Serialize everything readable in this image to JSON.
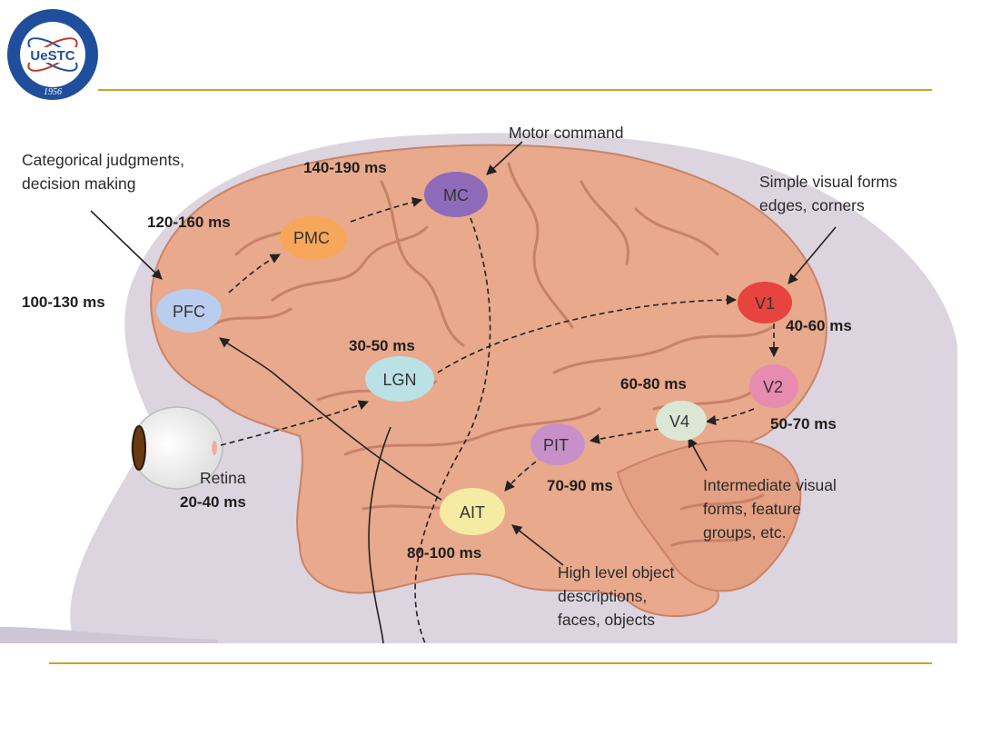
{
  "logo": {
    "text": "UeSTC",
    "year": "1956",
    "colors": {
      "primary": "#1f4f9c",
      "ring": "#ffffff",
      "accent": "#c0392b"
    }
  },
  "colors": {
    "rule": "#c9a227",
    "background_panel": "#dcd4df",
    "brain": "#e8a98c"
  },
  "nodes": [
    {
      "id": "pfc",
      "label": "PFC",
      "color": "#b9cdee"
    },
    {
      "id": "pmc",
      "label": "PMC",
      "color": "#f6a75a"
    },
    {
      "id": "mc",
      "label": "MC",
      "color": "#8e6bb9"
    },
    {
      "id": "lgn",
      "label": "LGN",
      "color": "#b9e1e6"
    },
    {
      "id": "v1",
      "label": "V1",
      "color": "#e8443f"
    },
    {
      "id": "v2",
      "label": "V2",
      "color": "#e78bb1"
    },
    {
      "id": "v4",
      "label": "V4",
      "color": "#dbe7d4"
    },
    {
      "id": "pit",
      "label": "PIT",
      "color": "#c890c9"
    },
    {
      "id": "ait",
      "label": "AIT",
      "color": "#f6eba3"
    }
  ],
  "timings": {
    "pfc": "100-130 ms",
    "pmc": "120-160 ms",
    "mc": "140-190 ms",
    "lgn": "30-50 ms",
    "v1": "40-60 ms",
    "v2": "50-70 ms",
    "v4": "60-80 ms",
    "pit": "70-90 ms",
    "ait": "80-100 ms",
    "retina": "20-40 ms"
  },
  "labels": {
    "retina": "Retina",
    "motor_command": "Motor command",
    "categorical_1": "Categorical judgments,",
    "categorical_2": "decision making",
    "simple_1": "Simple visual forms",
    "simple_2": "edges, corners",
    "intermediate_1": "Intermediate visual",
    "intermediate_2": "forms, feature",
    "intermediate_3": "groups, etc.",
    "high_1": "High level object",
    "high_2": "descriptions,",
    "high_3": "faces, objects"
  }
}
